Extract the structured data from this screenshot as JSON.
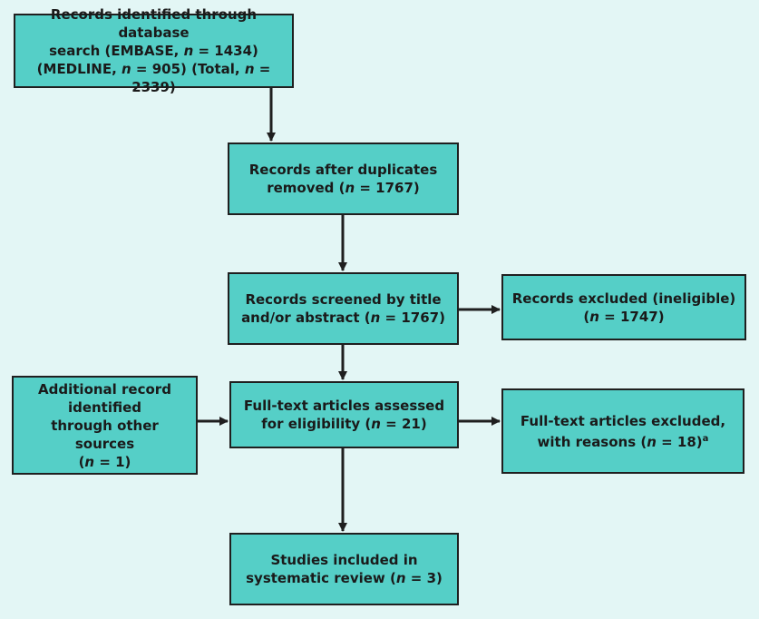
{
  "boxes": {
    "identified": {
      "l1": "Records identified through database",
      "l2a": "search (EMBASE, ",
      "n": "n",
      "l2b": " = 1434)",
      "l3a": "(MEDLINE, ",
      "l3b": " = 905) (Total, ",
      "l3c": " = 2339)"
    },
    "duplicates": {
      "l1": "Records after duplicates",
      "l2a": "removed (",
      "n": "n",
      "l2b": " = 1767)"
    },
    "screened": {
      "l1": "Records screened by title",
      "l2a": "and/or abstract (",
      "n": "n",
      "l2b": " = 1767)"
    },
    "excluded": {
      "l1": "Records excluded (ineligible)",
      "l2a": "(",
      "n": "n",
      "l2b": " = 1747)"
    },
    "additional": {
      "l1": "Additional record",
      "l2": "identified",
      "l3": "through other sources",
      "l4a": "(",
      "n": "n",
      "l4b": " = 1)"
    },
    "fulltext": {
      "l1": "Full-text articles assessed",
      "l2a": "for eligibility (",
      "n": "n",
      "l2b": " = 21)"
    },
    "ft_excluded": {
      "l1": "Full-text articles excluded,",
      "l2a": "with reasons (",
      "n": "n",
      "l2b": " = 18)",
      "sup": "a"
    },
    "included": {
      "l1": "Studies included in",
      "l2a": "systematic review (",
      "n": "n",
      "l2b": " = 3)"
    }
  },
  "colors": {
    "box_fill": "#55cfc7",
    "background": "#e3f6f5",
    "stroke": "#1f1f1f"
  }
}
